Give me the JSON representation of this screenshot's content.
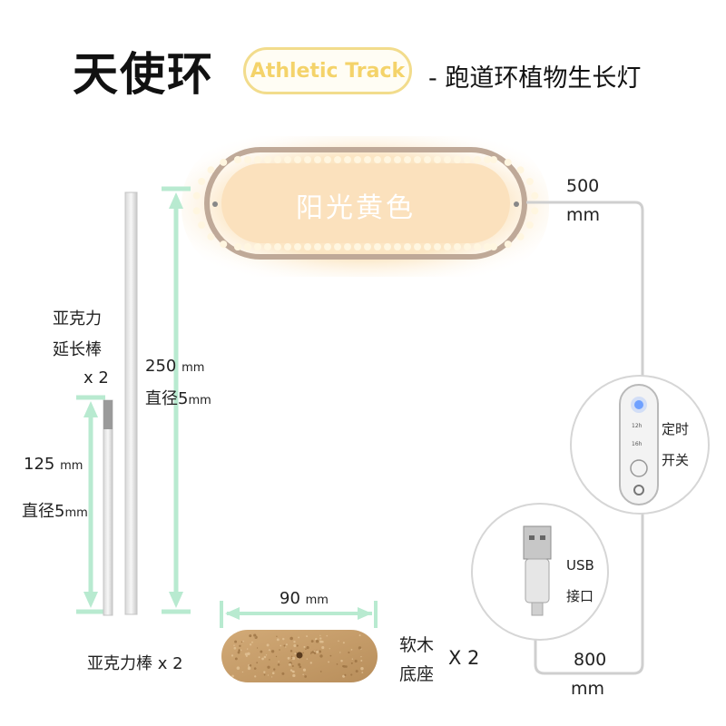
{
  "header": {
    "title": "天使环",
    "badge": "Athletic Track",
    "subtitle": "- 跑道环植物生长灯"
  },
  "lamp": {
    "color_label": "阳光黄色"
  },
  "cable_top": {
    "length": "500",
    "unit": "mm"
  },
  "cable_bottom": {
    "length": "800",
    "unit": "mm"
  },
  "controller": {
    "label_1": "定时",
    "label_2": "开关",
    "timer_12": "12h",
    "timer_16": "16h"
  },
  "usb": {
    "label_1": "USB",
    "label_2": "接口"
  },
  "rods": {
    "name_line1": "亚克力",
    "name_line2": "延长棒",
    "count": "x 2",
    "long_length": "250",
    "long_unit": "mm",
    "long_diameter": "直径5",
    "long_diameter_unit": "mm",
    "short_length": "125",
    "short_unit": "mm",
    "short_diameter": "直径5",
    "short_diameter_unit": "mm",
    "bottom_label": "亚克力棒 x 2"
  },
  "cork": {
    "width": "90",
    "unit": "mm",
    "name_line1": "软木",
    "name_line2": "底座",
    "count": "X 2"
  },
  "colors": {
    "glow": "#fbe7c6",
    "led": "#fff6e0",
    "dimension_line": "#b8ead0",
    "badge": "#f2dc8c",
    "cork": "#c9a06e",
    "cable": "#cfcfcf"
  }
}
